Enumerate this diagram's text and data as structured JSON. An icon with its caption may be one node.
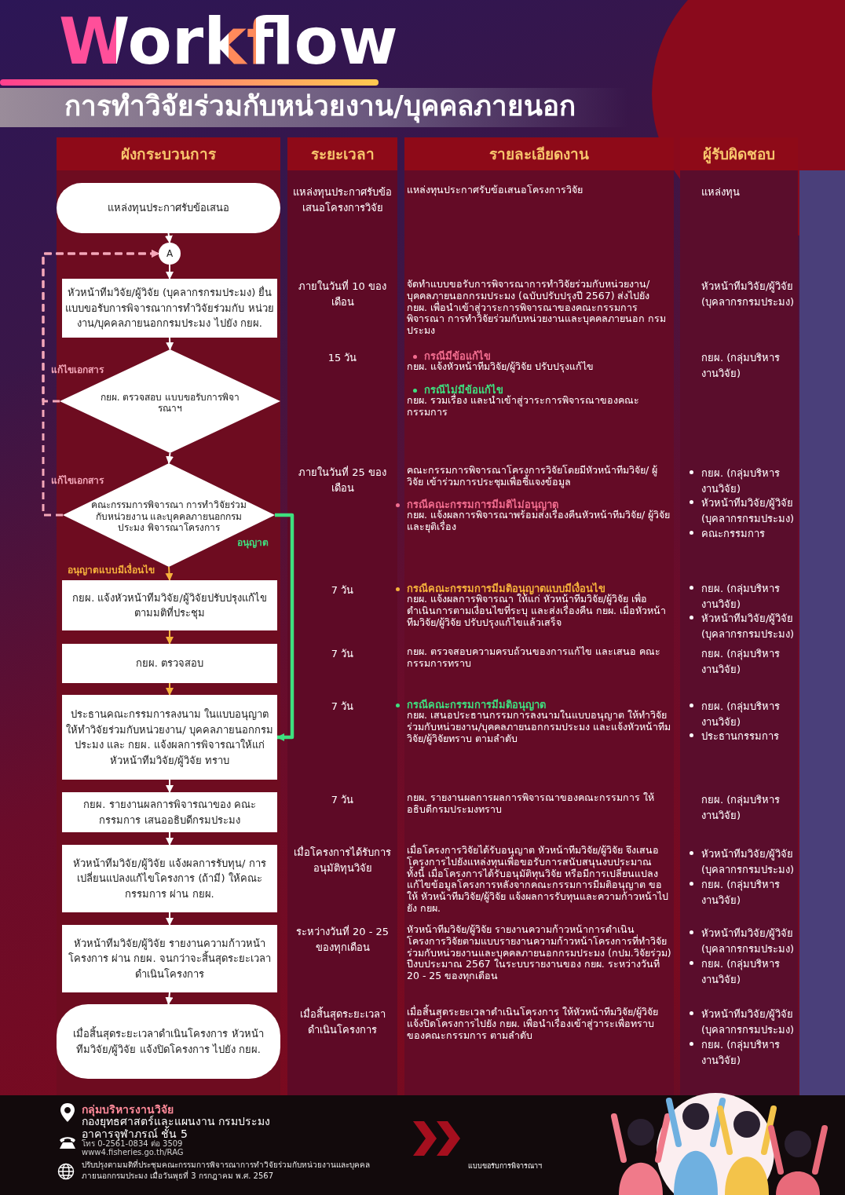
{
  "diagram": {
    "title": "Workflow",
    "nodes": [
      {
        "text": [
          "แหล่งทุนประกาศรับข้อเสนอ"
        ]
      },
      {
        "text": [
          "A"
        ]
      },
      {
        "text": [
          "หัวหน้าทีมวิจัย/ผู้วิจัย (บุคลากรกรมประมง) ยื่นแบบขอรับการพิจารณาการทำวิจัยร่วมกับ หน่วยงาน/บุคคลภายนอกกรมประมง ไปยัง กยผ."
        ]
      },
      {
        "text": [
          "กยผ. ตรวจสอบ แบบขอรับการพิจารณาฯ"
        ]
      },
      {
        "text": [
          "คณะกรรมการพิจารณา การทำวิจัยร่วมกับหน่วยงาน และบุคคลภายนอกกรมประมง พิจารณาโครงการ"
        ]
      },
      {
        "text": [
          "กยผ. แจ้งหัวหน้าทีมวิจัย/ผู้วิจัยปรับปรุงแก้ไข ตามมติที่ประชุม"
        ]
      },
      {
        "text": [
          "กยผ. ตรวจสอบ"
        ]
      },
      {
        "text": [
          "ประธานคณะกรรมการลงนาม ในแบบอนุญาตให้ทำวิจัยร่วมกับหน่วยงาน/ บุคคลภายนอกกรมประมง และ กยผ. แจ้งผลการพิจารณาให้แก่ หัวหน้าทีมวิจัย/ผู้วิจัย ทราบ"
        ]
      },
      {
        "text": [
          "กยผ. รายงานผลการพิจารณาของ คณะกรรมการ เสนออธิบดีกรมประมง"
        ]
      },
      {
        "text": [
          "หัวหน้าทีมวิจัย/ผู้วิจัย แจ้งผลการรับทุน/ การเปลี่ยนแปลงแก้ไขโครงการ (ถ้ามี) ให้คณะกรรมการ ผ่าน กยผ."
        ]
      },
      {
        "text": [
          "หัวหน้าทีมวิจัย/ผู้วิจัย รายงานความก้าวหน้าโครงการ ผ่าน กยผ. จนกว่าจะสิ้นสุดระยะเวลาดำเนินโครงการ"
        ]
      },
      {
        "text": [
          "เมื่อสิ้นสุดระยะเวลาดำเนินโครงการ หัวหน้าทีมวิจัย/ผู้วิจัย แจ้งปิดโครงการ ไปยัง กยผ."
        ]
      }
    ],
    "edges": [
      {
        "from": 0,
        "to": 1,
        "arrow": "to"
      },
      {
        "from": 1,
        "to": 2,
        "arrow": "to"
      },
      {
        "from": 2,
        "to": 3,
        "arrow": "to"
      },
      {
        "from": 3,
        "to": 4,
        "arrow": "to"
      },
      {
        "from": 3,
        "to": 1,
        "arrow": "to",
        "label": "แก้ไขเอกสาร",
        "style": "dashed",
        "color": "#f4a7b9"
      },
      {
        "from": 4,
        "to": 1,
        "arrow": "to",
        "label": "แก้ไขเอกสาร",
        "style": "dashed",
        "color": "#f4a7b9"
      },
      {
        "from": 4,
        "to": 5,
        "arrow": "to",
        "label": "อนุญาตแบบมีเงื่อนไข",
        "color": "#f6b23c"
      },
      {
        "from": 5,
        "to": 6,
        "arrow": "to",
        "color": "#f6b23c"
      },
      {
        "from": 6,
        "to": 7,
        "arrow": "to",
        "color": "#f6b23c"
      },
      {
        "from": 4,
        "to": 7,
        "arrow": "to",
        "label": "อนุญาต",
        "style": "thick",
        "color": "#3ee07f"
      },
      {
        "from": 7,
        "to": 8,
        "arrow": "to"
      },
      {
        "from": 8,
        "to": 9,
        "arrow": "to"
      },
      {
        "from": 9,
        "to": 10,
        "arrow": "to"
      },
      {
        "from": 10,
        "to": 11,
        "arrow": "to"
      }
    ],
    "labels": [
      "การทำวิจัยร่วมกับหน่วยงาน/บุคคลภายนอก",
      "ผังกระบวนการ",
      "ระยะเวลา",
      "รายละเอียดงาน",
      "ผู้รับผิดชอบ",
      "แหล่งทุนประกาศรับข้อเสนอโครงการวิจัย",
      "แหล่งทุนประกาศรับข้อเสนอโครงการวิจัย",
      "แหล่งทุน",
      "ภายในวันที่ 10 ของเดือน",
      "จัดทำแบบขอรับการพิจารณาการทำวิจัยร่วมกับหน่วยงาน/ บุคคลภายนอกกรมประมง (ฉบับปรับปรุงปี 2567) ส่งไปยัง กยผ. เพื่อนำเข้าสู่วาระการพิจารณาของคณะกรรมการพิจารณา การทำวิจัยร่วมกับหน่วยงานและบุคคลภายนอก กรมประมง",
      "หัวหน้าทีมวิจัย/ผู้วิจัย (บุคลากรกรมประมง)",
      "15 วัน",
      "กรณีมีข้อแก้ไข",
      "กยผ. แจ้งหัวหน้าทีมวิจัย/ผู้วิจัย ปรับปรุงแก้ไข",
      "กรณีไม่มีข้อแก้ไข",
      "กยผ. รวมเรื่อง และนำเข้าสู่วาระการพิจารณาของคณะกรรมการ",
      "กยผ. (กลุ่มบริหารงานวิจัย)",
      "ภายในวันที่ 25 ของเดือน",
      "คณะกรรมการพิจารณาโครงการวิจัยโดยมีหัวหน้าทีมวิจัย/ ผู้วิจัย เข้าร่วมการประชุมเพื่อชี้แจงข้อมูล",
      "กรณีคณะกรรมการมีมติไม่อนุญาต",
      "กยผ. แจ้งผลการพิจารณาพร้อมส่งเรื่องคืนหัวหน้าทีมวิจัย/ ผู้วิจัย และยุติเรื่อง",
      "กยผ. (กลุ่มบริหารงานวิจัย)",
      "หัวหน้าทีมวิจัย/ผู้วิจัย (บุคลากรกรมประมง)",
      "คณะกรรมการ",
      "7 วัน",
      "กรณีคณะกรรมการมีมติอนุญาตแบบมีเงื่อนไข",
      "กยผ. แจ้งผลการพิจารณา ให้แก่ หัวหน้าทีมวิจัย/ผู้วิจัย เพื่อดำเนินการตามเงื่อนไขที่ระบุ และส่งเรื่องคืน กยผ. เมื่อหัวหน้าทีมวิจัย/ผู้วิจัย ปรับปรุงแก้ไขแล้วเสร็จ",
      "กยผ. (กลุ่มบริหารงานวิจัย)",
      "หัวหน้าทีมวิจัย/ผู้วิจัย (บุคลากรกรมประมง)",
      "7 วัน",
      "กยผ. ตรวจสอบความครบถ้วนของการแก้ไข และเสนอ คณะกรรมการทราบ",
      "กยผ. (กลุ่มบริหารงานวิจัย)",
      "7 วัน",
      "กรณีคณะกรรมการมีมติอนุญาต",
      "กยผ. เสนอประธานกรรมการลงนามในแบบอนุญาต ให้ทำวิจัยร่วมกับหน่วยงาน/บุคคลภายนอกกรมประมง และแจ้งหัวหน้าทีมวิจัย/ผู้วิจัยทราบ ตามลำดับ",
      "กยผ. (กลุ่มบริหารงานวิจัย)",
      "ประธานกรรมการ",
      "7 วัน",
      "กยผ. รายงานผลการผลการพิจารณาของคณะกรรมการ ให้อธิบดีกรมประมงทราบ",
      "กยผ. (กลุ่มบริหารงานวิจัย)",
      "เมื่อโครงการได้รับการ อนุมัติทุนวิจัย",
      "เมื่อโครงการวิจัยได้รับอนุญาต หัวหน้าทีมวิจัย/ผู้วิจัย จึงเสนอ โครงการไปยังแหล่งทุนเพื่อขอรับการสนับสนุนงบประมาณ ทั้งนี้ เมื่อโครงการได้รับอนุมัติทุนวิจัย หรือมีการเปลี่ยนแปลง แก้ไขข้อมูลโครงการหลังจากคณะกรรมการมีมติอนุญาต ขอให้ หัวหน้าทีมวิจัย/ผู้วิจัย แจ้งผลการรับทุนและความก้าวหน้าไปยัง กยผ.",
      "หัวหน้าทีมวิจัย/ผู้วิจัย (บุคลากรกรมประมง)",
      "กยผ. (กลุ่มบริหารงานวิจัย)",
      "ระหว่างวันที่ 20 - 25 ของทุกเดือน",
      "หัวหน้าทีมวิจัย/ผู้วิจัย รายงานความก้าวหน้าการดำเนิน โครงการวิจัยตามแบบรายงานความก้าวหน้าโครงการที่ทำวิจัย ร่วมกับหน่วยงานและบุคคลภายนอกกรมประมง (กปม.วิจัยร่วม) ปีงบประมาณ 2567 ในระบบรายงานของ กยผ. ระหว่างวันที่ 20 - 25 ของทุกเดือน",
      "หัวหน้าทีมวิจัย/ผู้วิจัย (บุคลากรกรมประมง)",
      "กยผ. (กลุ่มบริหารงานวิจัย)",
      "เมื่อสิ้นสุดระยะเวลา ดำเนินโครงการ",
      "เมื่อสิ้นสุดระยะเวลาดำเนินโครงการ ให้หัวหน้าทีมวิจัย/ผู้วิจัย แจ้งปิดโครงการไปยัง กยผ. เพื่อนำเรื่องเข้าสู่วาระเพื่อทราบ ของคณะกรรมการ ตามลำดับ",
      "หัวหน้าทีมวิจัย/ผู้วิจัย (บุคลากรกรมประมง)",
      "กยผ. (กลุ่มบริหารงานวิจัย)",
      "กลุ่มบริหารงานวิจัย",
      "กองยุทธศาสตร์และแผนงาน กรมประมง",
      "อาคารจุฬาภรณ์ ชั้น 5",
      "โทร 0-2561-0834 ต่อ 3509",
      "www4.fisheries.go.th/RAG",
      "ปรับปรุงตามมติที่ประชุมคณะกรรมการพิจารณาการทำวิจัยร่วมกับหน่วยงานและบุคคล ภายนอกกรมประมง เมื่อวันพุธที่ 3 กรกฎาคม พ.ศ. 2567",
      "แบบขอรับการพิจารณาฯ"
    ]
  }
}
